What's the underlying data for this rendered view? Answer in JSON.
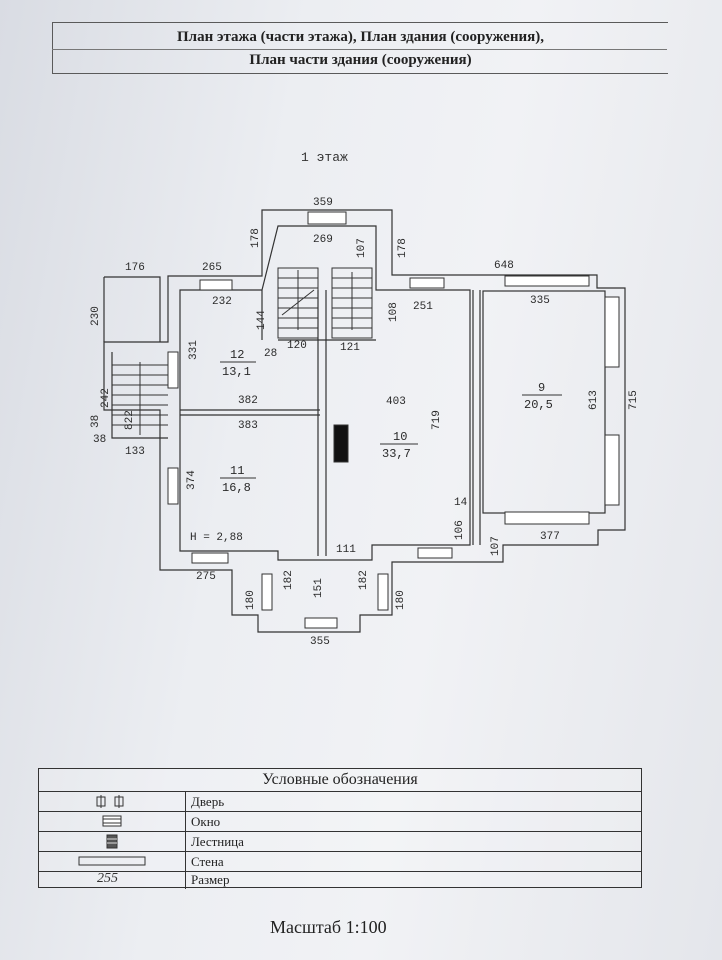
{
  "header": {
    "title_line1": "План этажа (части этажа), План здания (сооружения),",
    "title_line2": "План части здания (сооружения)"
  },
  "floor_label": "1 этаж",
  "dimensions": {
    "d359": "359",
    "d269": "269",
    "d178a": "178",
    "d107a": "107",
    "d178b": "178",
    "d176": "176",
    "d265": "265",
    "d648": "648",
    "d230": "230",
    "d232": "232",
    "d144": "144",
    "d251": "251",
    "d108": "108",
    "d335": "335",
    "d120": "120",
    "d121": "121",
    "d28": "28",
    "d331": "331",
    "d242": "242",
    "d38a": "38",
    "d822": "822",
    "d38b": "38",
    "d133": "133",
    "d382": "382",
    "d383": "383",
    "d403": "403",
    "d719": "719",
    "d613": "613",
    "d715": "715",
    "d374": "374",
    "d14": "14",
    "d106": "106",
    "d107b": "107",
    "d377": "377",
    "d111": "111",
    "d275": "275",
    "d182a": "182",
    "d151": "151",
    "d182b": "182",
    "d180a": "180",
    "d180b": "180",
    "d355": "355"
  },
  "rooms": [
    {
      "num": "12",
      "area": "13,1"
    },
    {
      "num": "11",
      "area": "16,8"
    },
    {
      "num": "10",
      "area": "33,7"
    },
    {
      "num": "9",
      "area": "20,5"
    }
  ],
  "height_label": "H = 2,88",
  "legend": {
    "title": "Условные обозначения",
    "items": [
      {
        "label": "Дверь",
        "symbol": "door-symbol"
      },
      {
        "label": "Окно",
        "symbol": "window-symbol"
      },
      {
        "label": "Лестница",
        "symbol": "stair-symbol"
      },
      {
        "label": "Стена",
        "symbol": "wall-symbol"
      },
      {
        "label": "Размер",
        "symbol": "255"
      }
    ]
  },
  "scale_text": "Масштаб 1:100"
}
